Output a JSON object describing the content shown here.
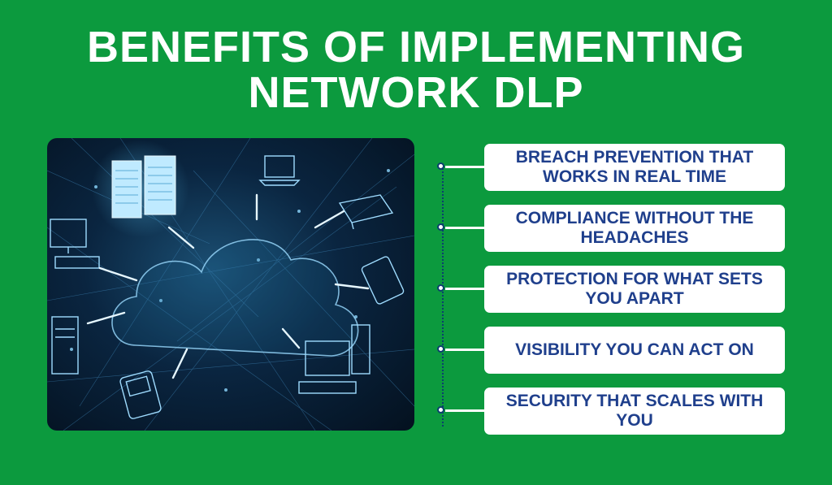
{
  "title": {
    "line1": "BENEFITS OF IMPLEMENTING",
    "line2": "NETWORK DLP"
  },
  "illustration": {
    "icon": "cloud-network-icon"
  },
  "benefits": [
    {
      "label": "BREACH PREVENTION THAT WORKS IN REAL TIME"
    },
    {
      "label": "COMPLIANCE WITHOUT THE HEADACHES"
    },
    {
      "label": "PROTECTION FOR WHAT SETS YOU APART"
    },
    {
      "label": "VISIBILITY YOU CAN ACT ON"
    },
    {
      "label": "SECURITY THAT SCALES WITH YOU"
    }
  ],
  "colors": {
    "background": "#0c9a3e",
    "card_text": "#1f3f8c",
    "card_background": "#ffffff"
  }
}
